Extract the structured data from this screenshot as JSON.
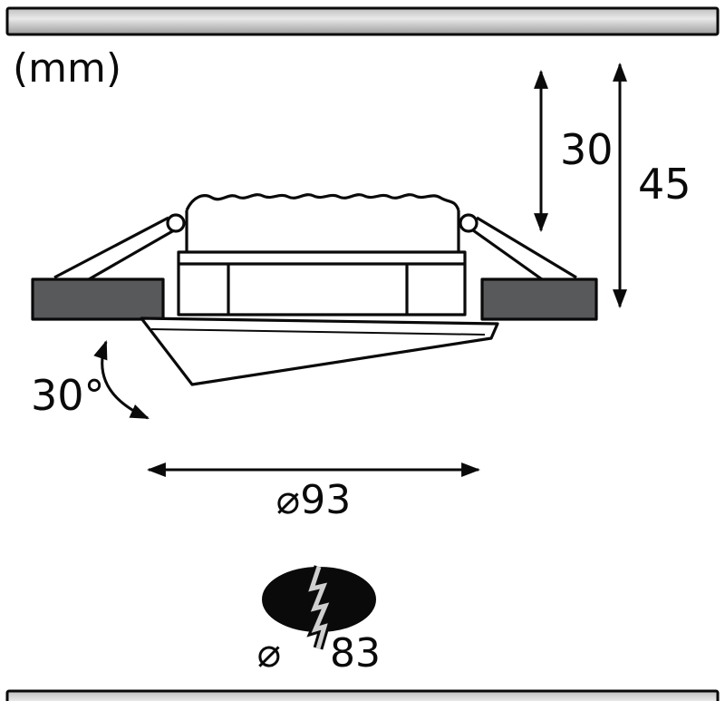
{
  "unit_label": "(mm)",
  "dims": {
    "depth_label": "30",
    "height_label": "45",
    "tilt_label": "30°",
    "diameter_label": "⌀93",
    "cutout_prefix": "⌀",
    "cutout_value": "83"
  },
  "colors": {
    "line": "#0a0a0a",
    "flange": "#58595b",
    "bolt_core": "#cfcfcf",
    "panel_top": "#bfbfbf",
    "panel_mid": "#e9e9e9",
    "panel_bottom": "#9c9c9c"
  }
}
